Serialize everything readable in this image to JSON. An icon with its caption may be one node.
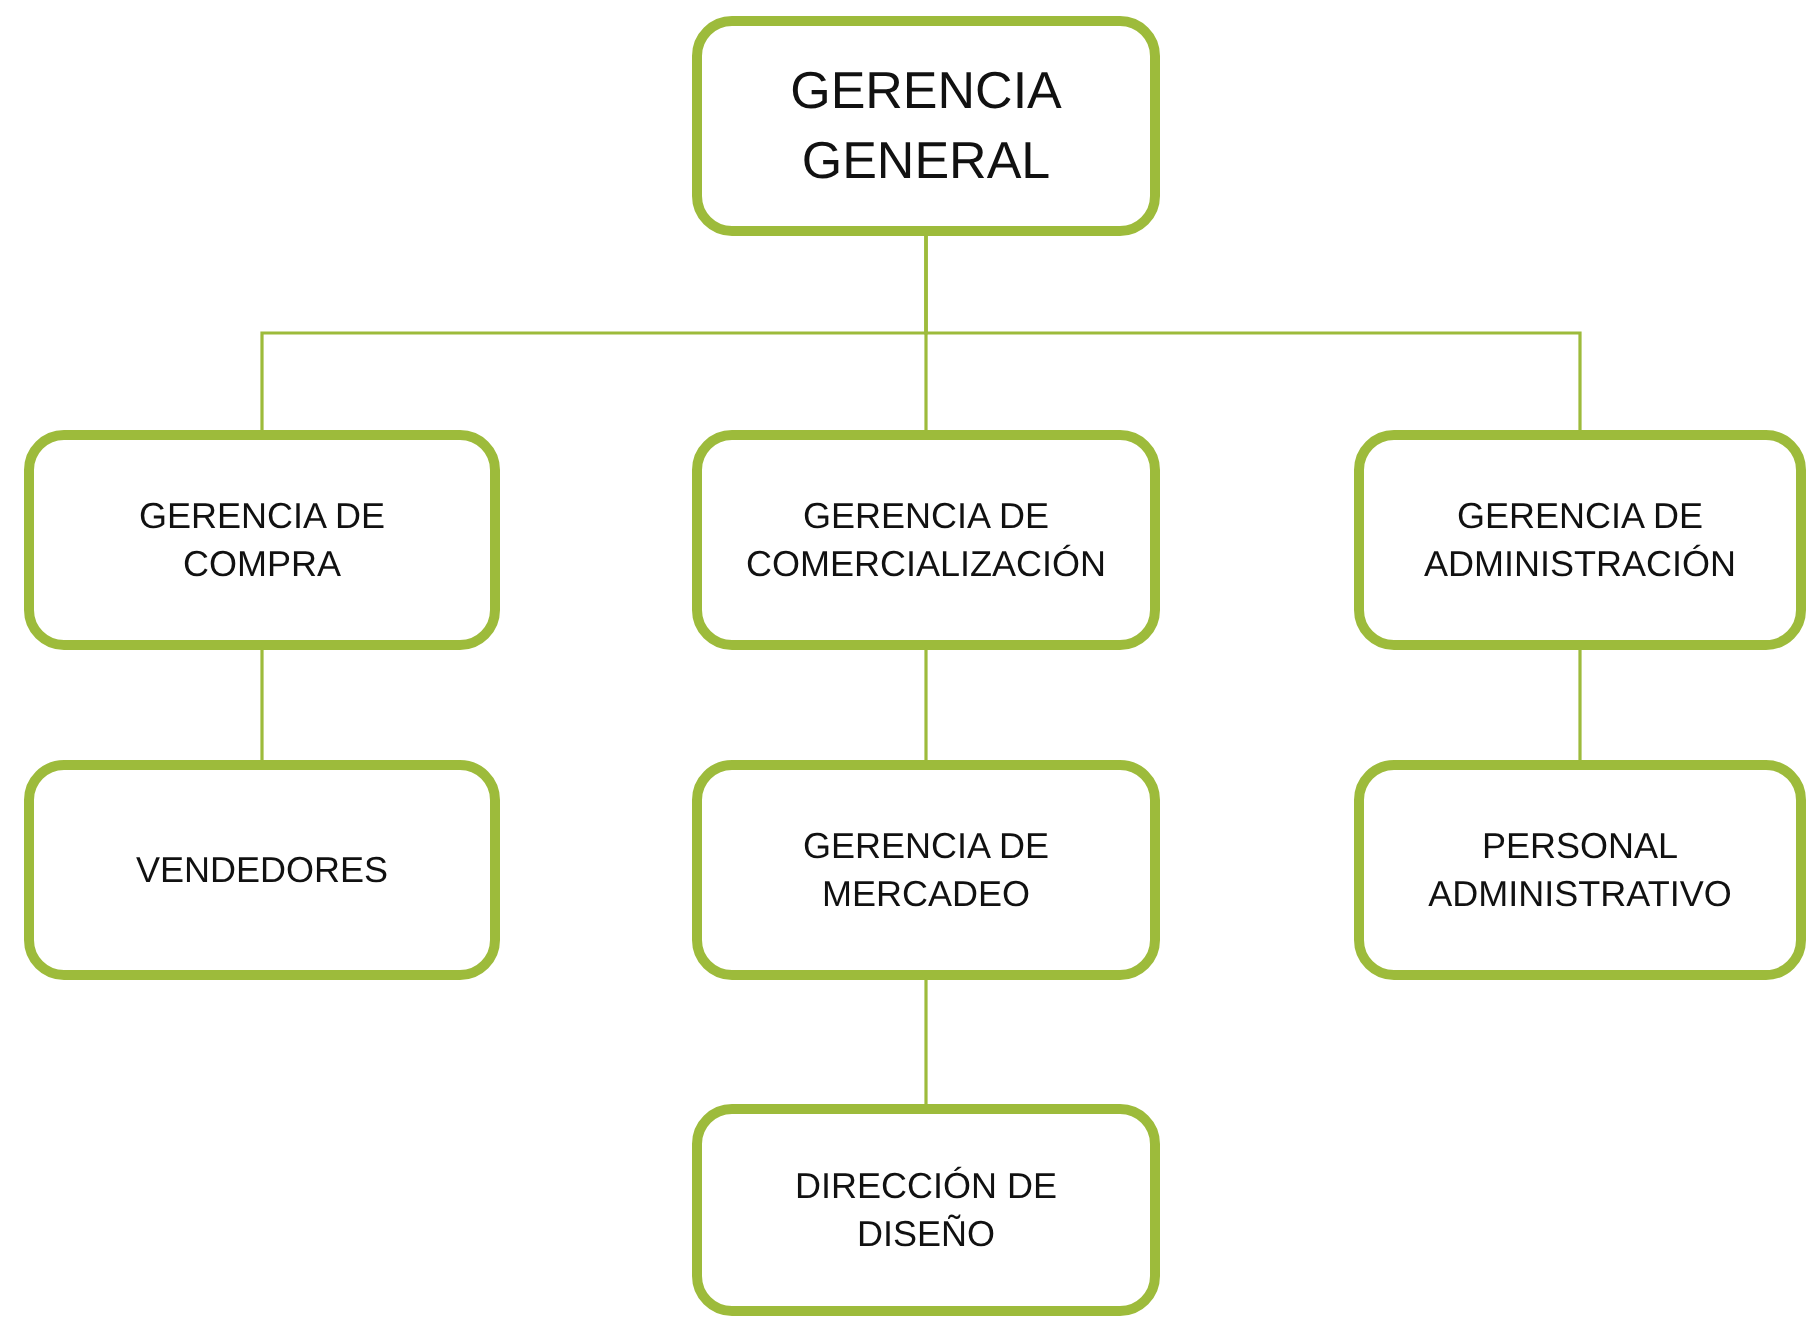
{
  "diagram": {
    "nodes": [
      {
        "text": [
          "GERENCIA GENERAL"
        ]
      },
      {
        "text": [
          "GERENCIA DE COMPRA"
        ]
      },
      {
        "text": [
          "GERENCIA DE COMERCIALIZACIÓN"
        ]
      },
      {
        "text": [
          "GERENCIA DE ADMINISTRACIÓN"
        ]
      },
      {
        "text": [
          "VENDEDORES"
        ]
      },
      {
        "text": [
          "GERENCIA DE MERCADEO"
        ]
      },
      {
        "text": [
          "PERSONAL ADMINISTRATIVO"
        ]
      },
      {
        "text": [
          "DIRECCIÓN DE DISEÑO"
        ]
      }
    ],
    "edges": [
      {
        "from": 0,
        "to": 1,
        "arrow": "none"
      },
      {
        "from": 0,
        "to": 2,
        "arrow": "none"
      },
      {
        "from": 0,
        "to": 3,
        "arrow": "none"
      },
      {
        "from": 1,
        "to": 4,
        "arrow": "none"
      },
      {
        "from": 2,
        "to": 5,
        "arrow": "none"
      },
      {
        "from": 3,
        "to": 6,
        "arrow": "none"
      },
      {
        "from": 5,
        "to": 7,
        "arrow": "none"
      }
    ]
  }
}
